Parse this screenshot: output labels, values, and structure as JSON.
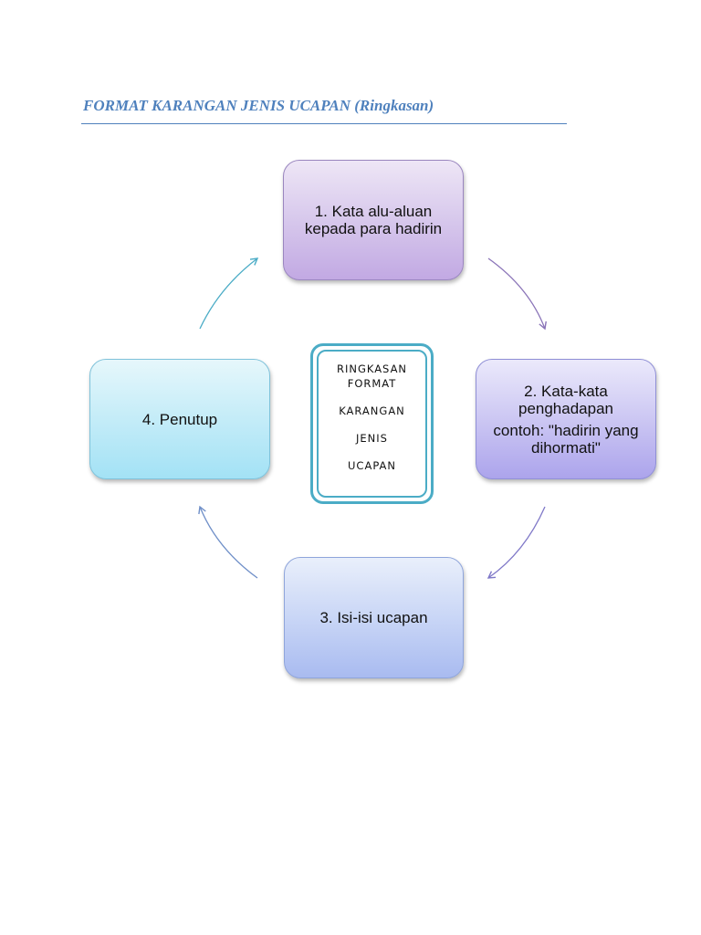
{
  "document": {
    "title_main": "FORMAT KARANGAN JENIS UCAPAN",
    "title_suffix": "(Ringkasan)"
  },
  "diagram": {
    "center": {
      "line1": "RINGKASAN",
      "line2": "FORMAT",
      "line3": "KARANGAN",
      "line4": "JENIS",
      "line5": "UCAPAN"
    },
    "nodes": [
      {
        "line1": "1. Kata alu-aluan",
        "line2": "kepada para hadirin",
        "color": "#c9b3e8"
      },
      {
        "line1": "2. Kata-kata",
        "line2": "penghadapan",
        "line3": "contoh: \"hadirin yang",
        "line4": "dihormati\"",
        "color": "#b7b1f0"
      },
      {
        "line1": "3. Isi-isi ucapan",
        "color": "#b4c4f2"
      },
      {
        "line1": "4. Penutup",
        "color": "#ade6f6"
      }
    ],
    "arrow_colors": {
      "top_right": "#8a74b8",
      "bottom_right": "#7f78c8",
      "bottom_left": "#6f8fc8",
      "top_left": "#4bacc6"
    },
    "accent_color": "#4f81bd",
    "center_border_color": "#4bacc6"
  }
}
